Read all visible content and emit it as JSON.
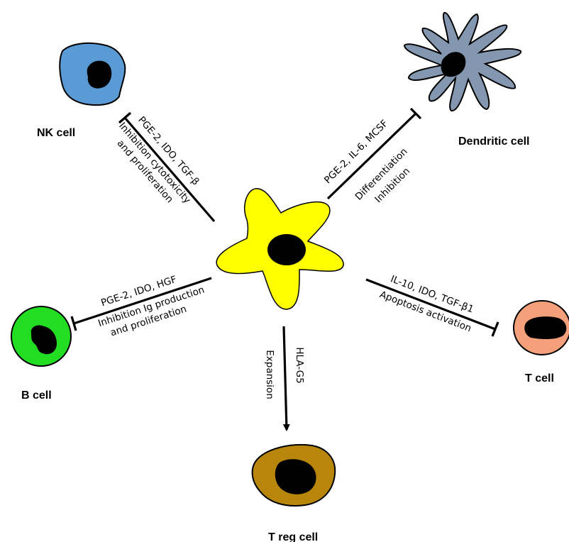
{
  "cells": {
    "nk": {
      "label": "NK cell",
      "color": "#5b9bd5"
    },
    "dendritic": {
      "label": "Dendritic cell",
      "color": "#8497b0"
    },
    "b": {
      "label": "B cell",
      "color": "#22dd22"
    },
    "t": {
      "label": "T cell",
      "color": "#f4a07a"
    },
    "treg": {
      "label": "T reg cell",
      "color": "#b8860b"
    },
    "msc": {
      "color": "#ffff00"
    }
  },
  "edges": {
    "nk": {
      "factors": "PGE-2, IDO, TGF-β",
      "effect_1": "Inhibition cytotoxicity",
      "effect_2": "and proliferation",
      "type": "inhibition"
    },
    "dendritic": {
      "factors": "PGE-2, IL-6, MCSF",
      "effect_1": "Differentiation",
      "effect_2": "Inhibition",
      "type": "inhibition"
    },
    "b": {
      "factors": "PGE-2,  IDO, HGF",
      "effect_1": "Inhibition Ig production",
      "effect_2": "and proliferation",
      "type": "inhibition"
    },
    "t": {
      "factors": "IL-10, IDO, TGF-β1",
      "effect_1": "Apoptosis  activation",
      "type": "inhibition"
    },
    "treg": {
      "factors": "HLA-G5",
      "effect_1": "Expansion",
      "type": "activation"
    }
  }
}
